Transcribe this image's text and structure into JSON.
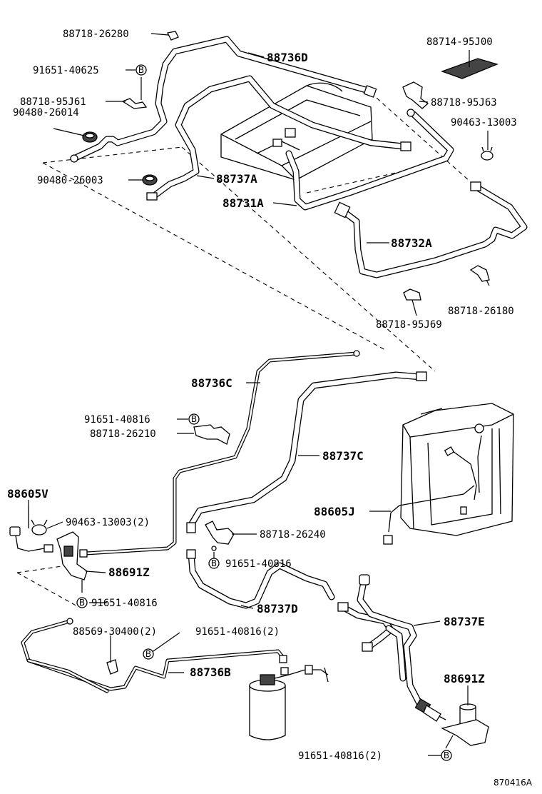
{
  "labels": {
    "p_88718_26280": "88718-26280",
    "p_88736D": "88736D",
    "p_88714_95J00": "88714-95J00",
    "p_91651_40625": "91651-40625",
    "p_88718_95J61": "88718-95J61",
    "p_90480_26014": "90480-26014",
    "p_88718_95J63": "88718-95J63",
    "p_90463_13003": "90463-13003",
    "p_90480_26003": "90480-26003",
    "p_88737A": "88737A",
    "p_88731A": "88731A",
    "p_88732A": "88732A",
    "p_88718_26180": "88718-26180",
    "p_88718_95J69": "88718-95J69",
    "p_88736C": "88736C",
    "p_91651_40816_a": "91651-40816",
    "p_88718_26210": "88718-26210",
    "p_88737C": "88737C",
    "p_88605V": "88605V",
    "p_90463_13003_2": "90463-13003(2)",
    "p_88605J": "88605J",
    "p_88718_26240": "88718-26240",
    "p_91651_40816_b": "91651-40816",
    "p_88691Z_a": "88691Z",
    "p_91651_40816_c": "91651-40816",
    "p_88737D": "88737D",
    "p_88737E": "88737E",
    "p_88569_30400_2": "88569-30400(2)",
    "p_91651_40816_2": "91651-40816(2)",
    "p_88736B": "88736B",
    "p_88691Z_b": "88691Z",
    "p_91651_40816_2b": "91651-40816(2)",
    "figure_ref": "870416A"
  },
  "bolt_marker": "B"
}
